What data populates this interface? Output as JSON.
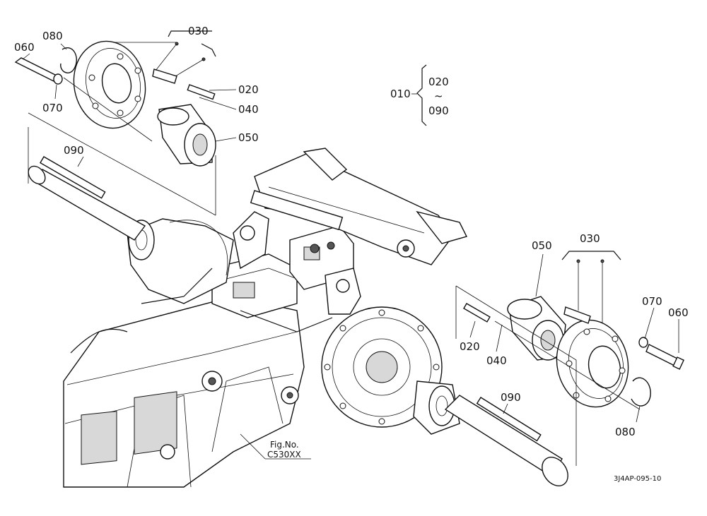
{
  "labels": {
    "top_left": {
      "p060": "060",
      "p080": "080",
      "p070": "070",
      "p030": "030",
      "p020": "020",
      "p040": "040",
      "p050": "050",
      "p090": "090"
    },
    "legend": {
      "assembly": "010",
      "range_start": "020",
      "range_sep": "~",
      "range_end": "090"
    },
    "right": {
      "p050": "050",
      "p030": "030",
      "p070": "070",
      "p060": "060",
      "p020": "020",
      "p040": "040",
      "p090": "090",
      "p080": "080"
    },
    "fig_ref": {
      "line1": "Fig.No.",
      "line2": "C530XX"
    },
    "drawing_code": "3J4AP-095-10"
  }
}
